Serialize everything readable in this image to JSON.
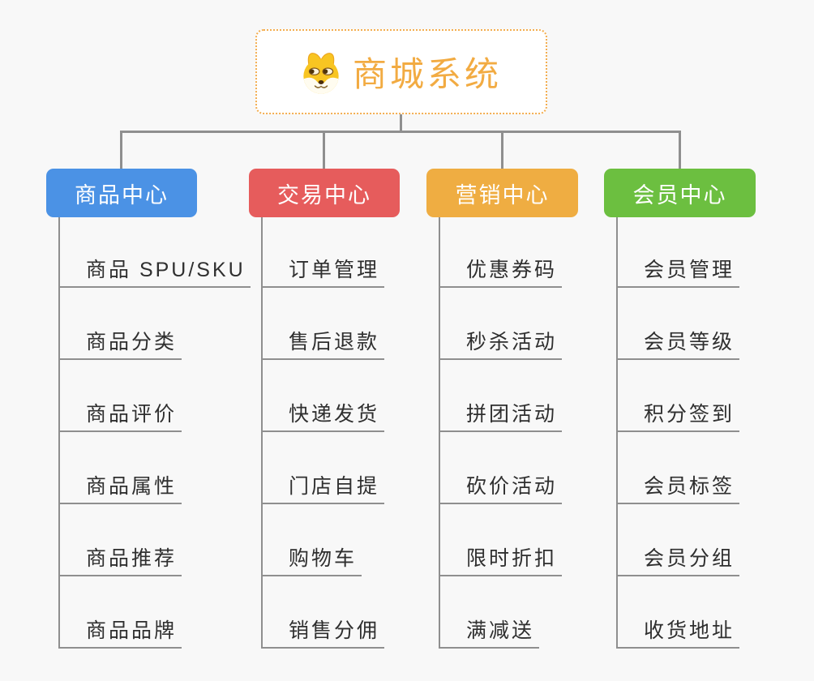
{
  "root": {
    "title": "商城系统",
    "icon": "shiba-dog-icon",
    "title_color": "#f2ab42",
    "border_color": "#f3ad4f"
  },
  "palette": {
    "background": "#f8f8f8",
    "node_background": "#ffffff",
    "line_color": "#8f8f8f",
    "leaf_text_color": "#2f2f2f",
    "branch_text_color": "#ffffff"
  },
  "branches": [
    {
      "label": "商品中心",
      "color": "#4b92e5",
      "children": [
        "商品 SPU/SKU",
        "商品分类",
        "商品评价",
        "商品属性",
        "商品推荐",
        "商品品牌"
      ]
    },
    {
      "label": "交易中心",
      "color": "#e65c5c",
      "children": [
        "订单管理",
        "售后退款",
        "快递发货",
        "门店自提",
        "购物车",
        "销售分佣"
      ]
    },
    {
      "label": "营销中心",
      "color": "#efad42",
      "children": [
        "优惠券码",
        "秒杀活动",
        "拼团活动",
        "砍价活动",
        "限时折扣",
        "满减送"
      ]
    },
    {
      "label": "会员中心",
      "color": "#6cbf40",
      "children": [
        "会员管理",
        "会员等级",
        "积分签到",
        "会员标签",
        "会员分组",
        "收货地址"
      ]
    }
  ]
}
